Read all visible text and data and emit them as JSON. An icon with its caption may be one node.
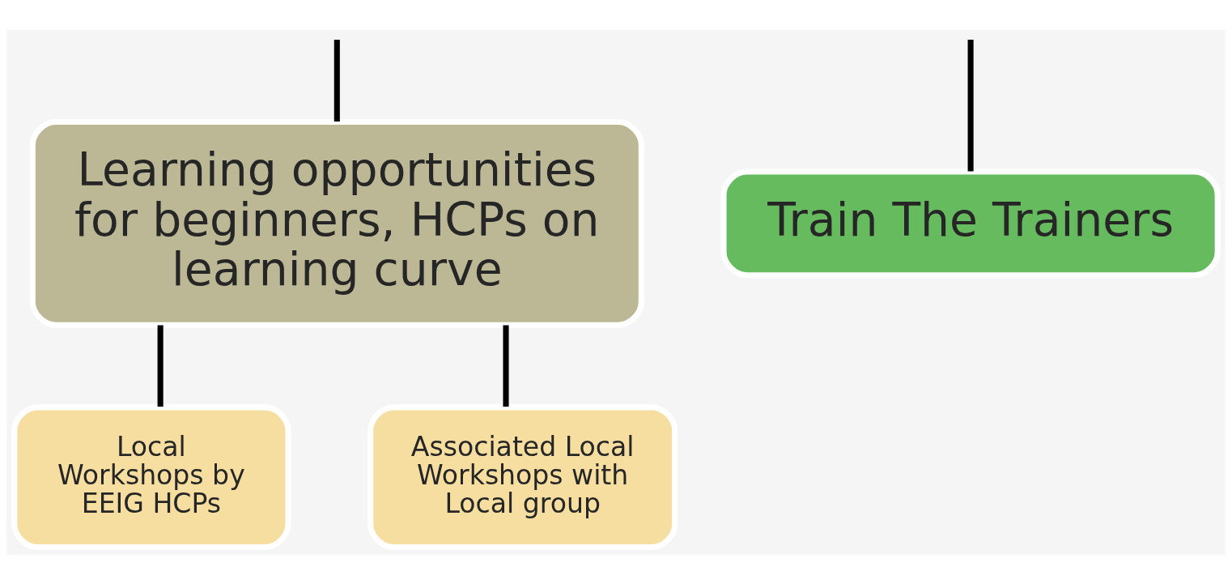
{
  "diagram": {
    "nodes": [
      {
        "text": [
          "Learning opportunities for beginners, HCPs on learning curve"
        ]
      },
      {
        "text": [
          "Train The Trainers"
        ]
      },
      {
        "text": [
          "Local Workshops by EEIG HCPs"
        ]
      },
      {
        "text": [
          "Associated Local Workshops with Local group"
        ]
      }
    ],
    "edges": [
      {
        "from": null,
        "to": 0,
        "arrow": "none"
      },
      {
        "from": null,
        "to": 1,
        "arrow": "none"
      },
      {
        "from": 0,
        "to": 2,
        "arrow": "none"
      },
      {
        "from": 0,
        "to": 3,
        "arrow": "none"
      }
    ]
  }
}
